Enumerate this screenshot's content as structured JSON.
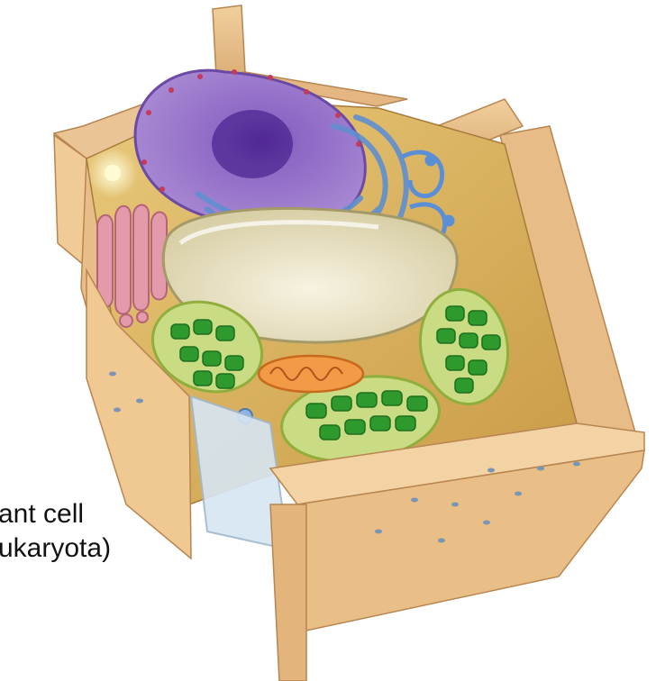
{
  "caption": {
    "line1": "ant cell",
    "line2": "ukaryota)"
  },
  "colors": {
    "cell_wall": "#e9c08e",
    "cell_wall_shadow": "#cf9d63",
    "cytoplasm": "#d9b25d",
    "nucleus": "#9a78c9",
    "nucleolus": "#6a3fa7",
    "endoplasmic_reticulum": "#6f9bd6",
    "vacuole": "#e9e3c7",
    "chloroplast_envelope": "#d6e89a",
    "chloroplast_grana": "#2f9b2f",
    "mitochondrion": "#f08a3a",
    "golgi": "#d98aa0",
    "glass_panel": "#cfe0f0"
  },
  "icons": [
    "nucleus",
    "chloroplast",
    "mitochondrion",
    "vacuole",
    "golgi-apparatus",
    "cell-wall"
  ]
}
